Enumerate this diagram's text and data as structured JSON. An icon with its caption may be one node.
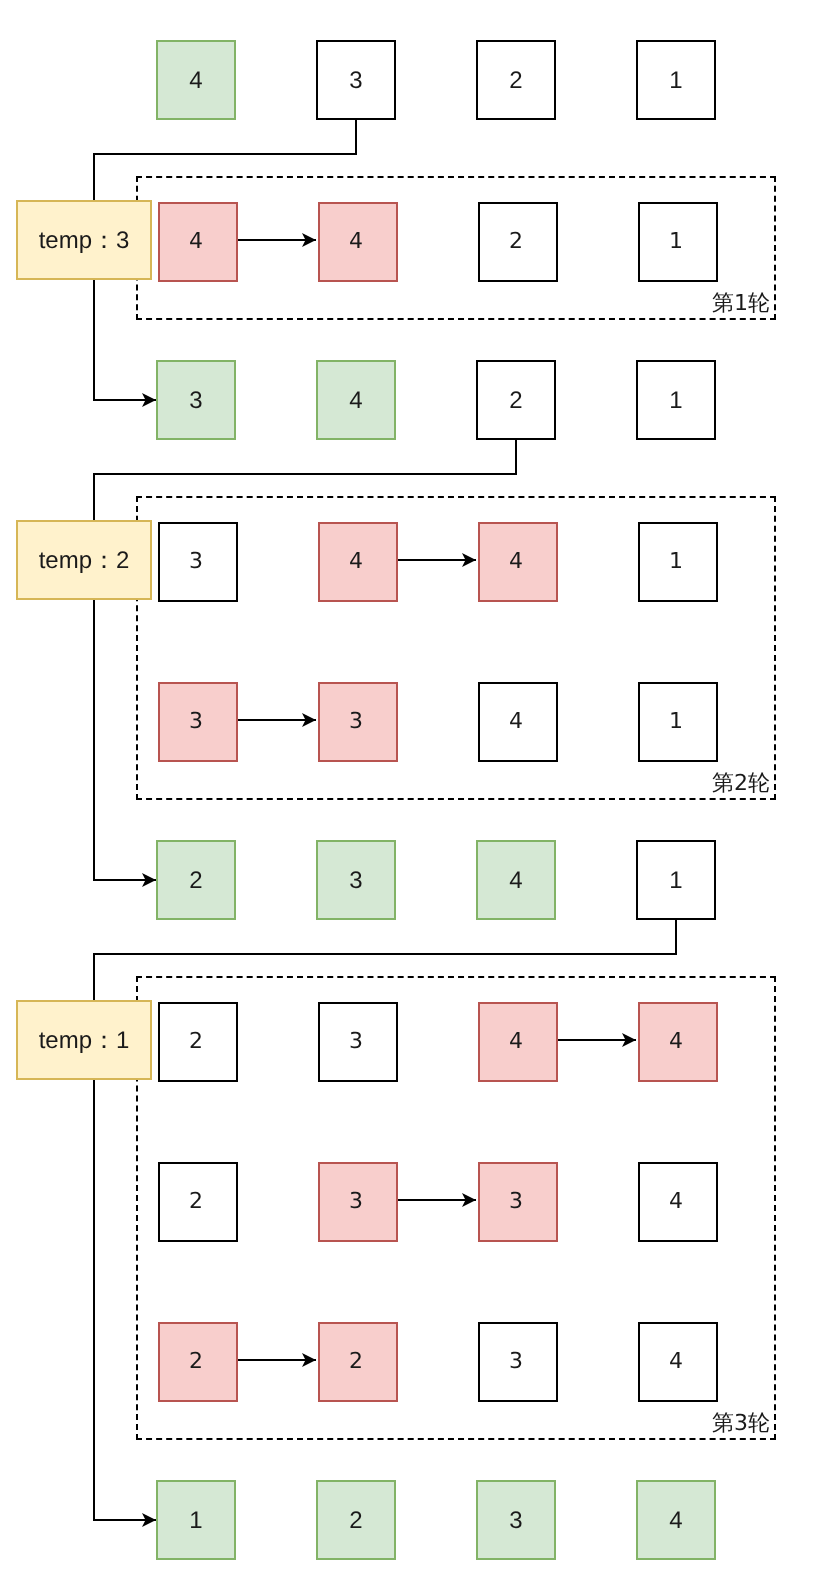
{
  "diagram": {
    "nodes": [
      {
        "text": [
          "4"
        ]
      },
      {
        "text": [
          "3"
        ]
      },
      {
        "text": [
          "2"
        ]
      },
      {
        "text": [
          "1"
        ]
      },
      {
        "text": [
          "temp：3"
        ]
      },
      {
        "text": [
          "第1轮"
        ]
      },
      {
        "text": [
          "4"
        ],
        "in": 5
      },
      {
        "text": [
          "4"
        ],
        "in": 5
      },
      {
        "text": [
          "2"
        ],
        "in": 5
      },
      {
        "text": [
          "1"
        ],
        "in": 5
      },
      {
        "text": [
          "3"
        ]
      },
      {
        "text": [
          "4"
        ]
      },
      {
        "text": [
          "2"
        ]
      },
      {
        "text": [
          "1"
        ]
      },
      {
        "text": [
          "temp：2"
        ]
      },
      {
        "text": [
          "第2轮"
        ]
      },
      {
        "text": [
          "3"
        ],
        "in": 15
      },
      {
        "text": [
          "4"
        ],
        "in": 15
      },
      {
        "text": [
          "4"
        ],
        "in": 15
      },
      {
        "text": [
          "1"
        ],
        "in": 15
      },
      {
        "text": [
          "3"
        ],
        "in": 15
      },
      {
        "text": [
          "3"
        ],
        "in": 15
      },
      {
        "text": [
          "4"
        ],
        "in": 15
      },
      {
        "text": [
          "1"
        ],
        "in": 15
      },
      {
        "text": [
          "2"
        ]
      },
      {
        "text": [
          "3"
        ]
      },
      {
        "text": [
          "4"
        ]
      },
      {
        "text": [
          "1"
        ]
      },
      {
        "text": [
          "temp：1"
        ]
      },
      {
        "text": [
          "第3轮"
        ]
      },
      {
        "text": [
          "2"
        ],
        "in": 29
      },
      {
        "text": [
          "3"
        ],
        "in": 29
      },
      {
        "text": [
          "4"
        ],
        "in": 29
      },
      {
        "text": [
          "4"
        ],
        "in": 29
      },
      {
        "text": [
          "2"
        ],
        "in": 29
      },
      {
        "text": [
          "3"
        ],
        "in": 29
      },
      {
        "text": [
          "3"
        ],
        "in": 29
      },
      {
        "text": [
          "4"
        ],
        "in": 29
      },
      {
        "text": [
          "2"
        ],
        "in": 29
      },
      {
        "text": [
          "2"
        ],
        "in": 29
      },
      {
        "text": [
          "3"
        ],
        "in": 29
      },
      {
        "text": [
          "4"
        ],
        "in": 29
      },
      {
        "text": [
          "1"
        ]
      },
      {
        "text": [
          "2"
        ]
      },
      {
        "text": [
          "3"
        ]
      },
      {
        "text": [
          "4"
        ]
      }
    ],
    "edges": [
      {
        "from": 1,
        "to": 4,
        "arrow": "none"
      },
      {
        "from": 4,
        "to": 10,
        "arrow": "to"
      },
      {
        "from": 6,
        "to": 7,
        "arrow": "to"
      },
      {
        "from": 12,
        "to": 14,
        "arrow": "none"
      },
      {
        "from": 14,
        "to": 24,
        "arrow": "to"
      },
      {
        "from": 17,
        "to": 18,
        "arrow": "to"
      },
      {
        "from": 20,
        "to": 21,
        "arrow": "to"
      },
      {
        "from": 27,
        "to": 28,
        "arrow": "none"
      },
      {
        "from": 28,
        "to": 42,
        "arrow": "to"
      },
      {
        "from": 32,
        "to": 33,
        "arrow": "to"
      },
      {
        "from": 35,
        "to": 36,
        "arrow": "to"
      },
      {
        "from": 38,
        "to": 39,
        "arrow": "to"
      }
    ]
  }
}
